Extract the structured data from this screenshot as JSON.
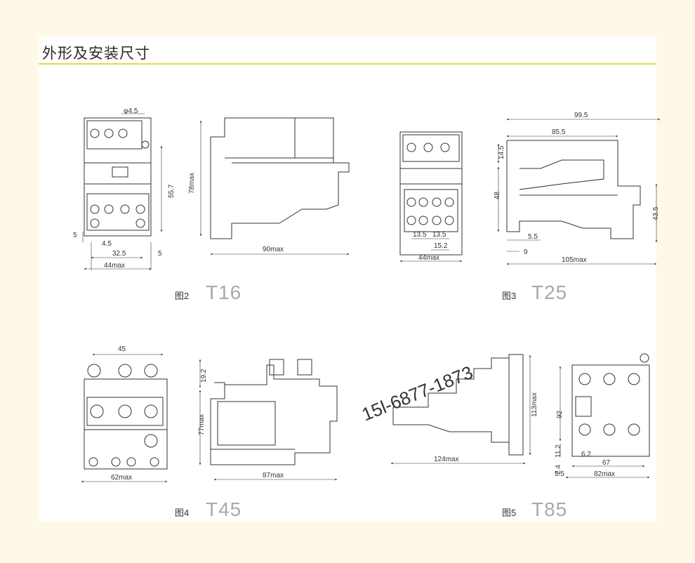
{
  "page": {
    "title": "外形及安装尺寸",
    "watermark": "15l-6877-1873",
    "colors": {
      "accent_rule": "#e8d84c",
      "background": "#fdf9e6",
      "line": "#333333"
    }
  },
  "figures": [
    {
      "label": "图2",
      "model": "T16",
      "dims": {
        "hole": "φ4.5",
        "h1": "55.7",
        "h2": "5",
        "d1": "4.5",
        "d2": "32.5",
        "d3": "5",
        "w": "44max",
        "side_h": "78max",
        "side_w": "90max"
      }
    },
    {
      "label": "图3",
      "model": "T25",
      "dims": {
        "a": "13.5",
        "b": "13.5",
        "c": "15.2",
        "w": "44max",
        "top1": "99.5",
        "top2": "85.5",
        "h1": "14.5",
        "h2": "48",
        "h3": "43.5",
        "d1": "5.5",
        "d2": "9",
        "side_w": "105max"
      }
    },
    {
      "label": "图4",
      "model": "T45",
      "dims": {
        "top": "45",
        "w": "62max",
        "h1": "19.2",
        "h2": "77max",
        "side_w": "87max"
      }
    },
    {
      "label": "图5",
      "model": "T85",
      "dims": {
        "side_w": "124max",
        "side_h": "113max",
        "h1": "92",
        "h2": "11.2",
        "h3": "2.4",
        "d1": "6.2",
        "d2": "67",
        "d3": "5.5",
        "w": "82max"
      }
    }
  ]
}
